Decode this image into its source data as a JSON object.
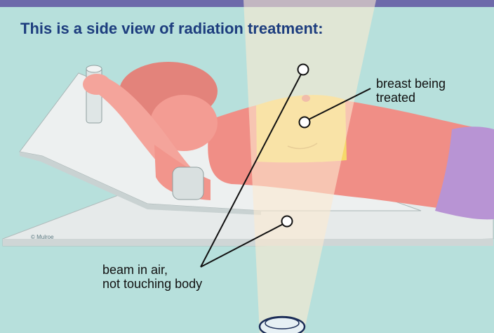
{
  "title": "This is a side view of radiation treatment:",
  "labels": {
    "breast_line1": "breast being",
    "breast_line2": "treated",
    "beam_line1": "beam in air,",
    "beam_line2": "not touching body"
  },
  "credit": "© Mulroe",
  "colors": {
    "background": "#b7e0dc",
    "top_bar": "#6d6aaa",
    "title": "#1d3d7e",
    "beam": "#fbead0",
    "skin": "#f08e86",
    "treated_area": "#f6d96a",
    "table": "#e9ecec",
    "blanket": "#b894d4"
  }
}
